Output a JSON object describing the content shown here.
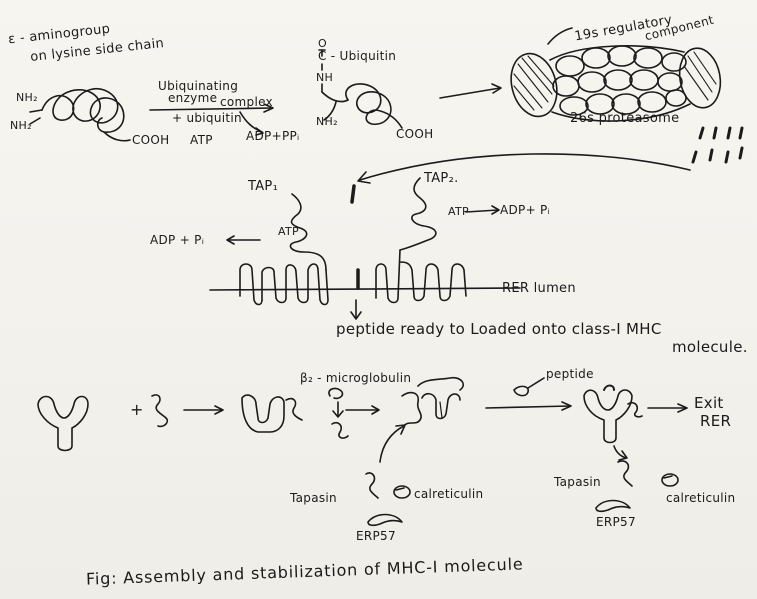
{
  "labels": {
    "amino_group_1": "ε - aminogroup",
    "amino_group_2": "on lysine side chain",
    "nh2_a": "NH₂",
    "nh2_b": "NH₂",
    "cooh_1": "COOH",
    "atp_1": "ATP",
    "adp_ppi": "ADP+PPᵢ",
    "enzyme_1": "Ubiquinating",
    "enzyme_2": "enzyme",
    "enzyme_3": "complex",
    "enzyme_4": "+ ubiquitin",
    "ub_o": "O",
    "ub_c": "C - Ubiquitin",
    "ub_nh": "NH",
    "nh2_c": "NH₂",
    "cooh_2": "COOH",
    "reg_1": "19s regulatory",
    "reg_2": "component",
    "proteasome": "26s proteasome",
    "tap1": "TAP₁",
    "tap2": "TAP₂.",
    "atp_2": "ATP",
    "atp_3": "ATP",
    "adp_pi_1": "ADP + Pᵢ",
    "adp_pi_2": "ADP+ Pᵢ",
    "rer_lumen": "RER lumen",
    "peptide_ready_1": "peptide ready to Loaded onto class-I MHC",
    "peptide_ready_2": "molecule.",
    "plus": "+",
    "b2m": "β₂ - microglobulin",
    "peptide": "peptide",
    "exit_1": "Exit",
    "exit_2": "RER",
    "tapasin_1": "Tapasin",
    "calreticulin_1": "calreticulin",
    "erp57_1": "ERP57",
    "tapasin_2": "Tapasin",
    "calreticulin_2": "calreticulin",
    "erp57_2": "ERP57",
    "caption": "Fig: Assembly and stabilization of MHC-I molecule"
  },
  "colors": {
    "ink": "#1b1b1b",
    "paper": "#f6f4ef"
  }
}
